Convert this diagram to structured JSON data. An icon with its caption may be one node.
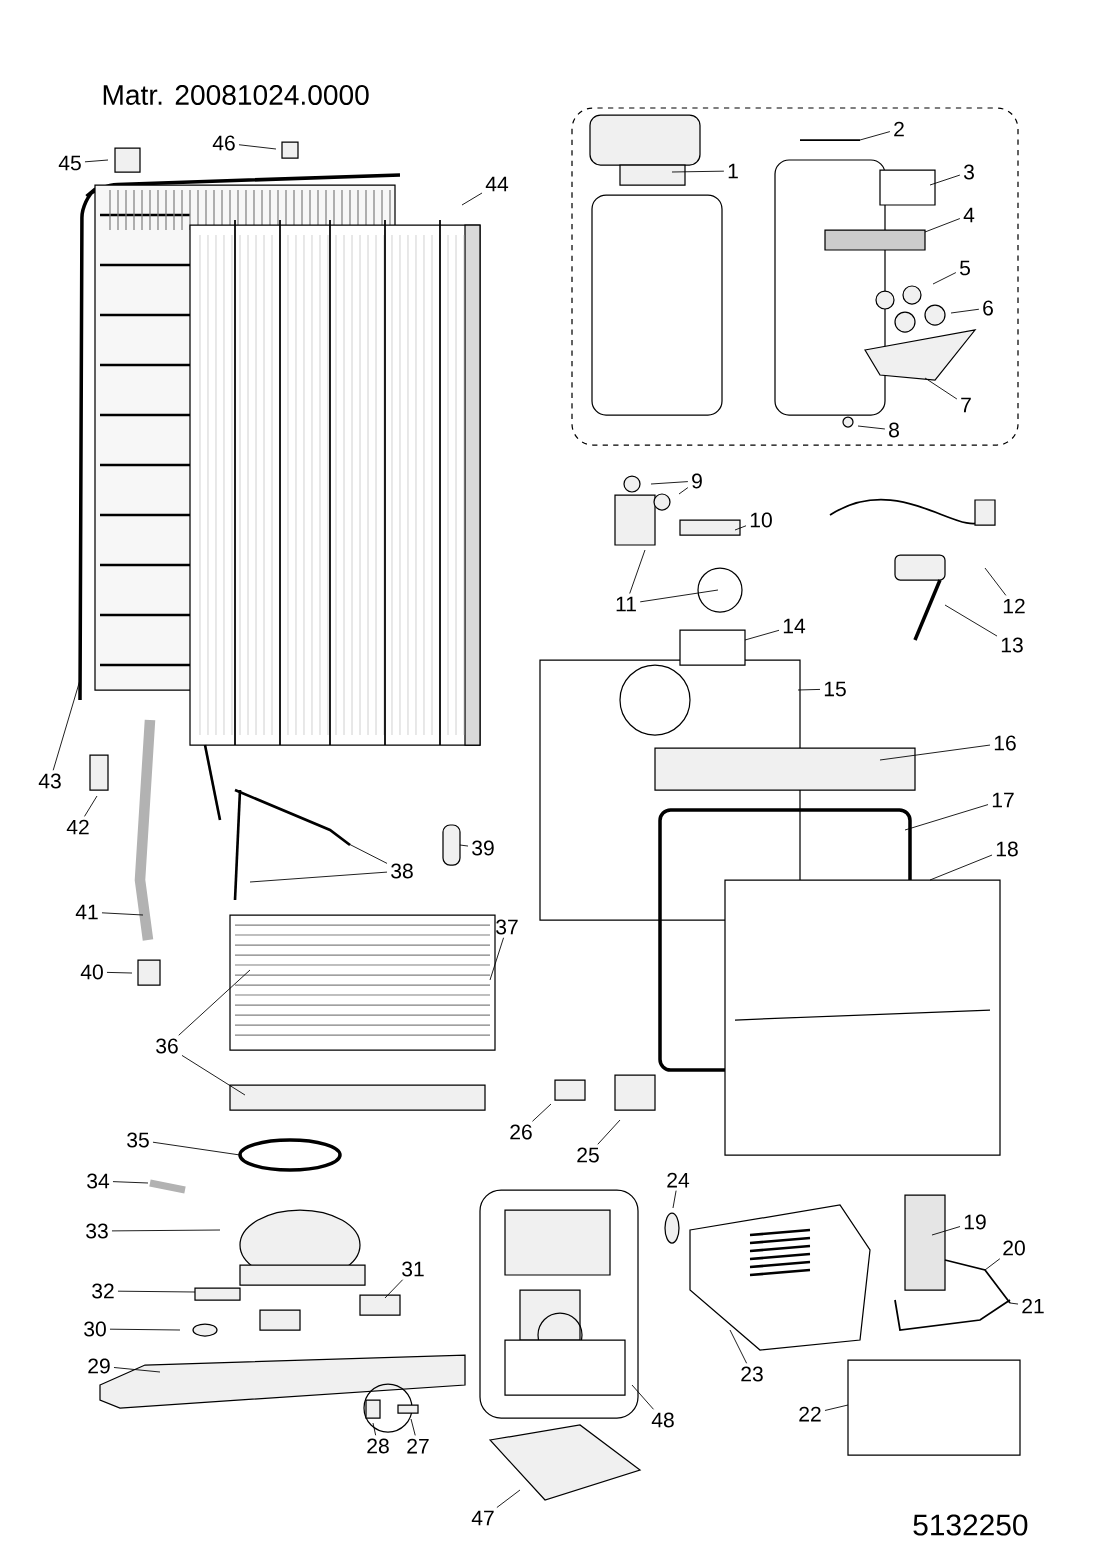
{
  "diagram": {
    "title": "Matr. 20081024.0000",
    "nodes": [
      {
        "text": [
          "2"
        ]
      },
      {
        "text": [
          "46"
        ]
      },
      {
        "text": [
          "45"
        ]
      },
      {
        "text": [
          "1"
        ]
      },
      {
        "text": [
          "3"
        ]
      },
      {
        "text": [
          "44"
        ]
      },
      {
        "text": [
          "4"
        ]
      },
      {
        "text": [
          "5"
        ]
      },
      {
        "text": [
          "6"
        ]
      },
      {
        "text": [
          "7"
        ]
      },
      {
        "text": [
          "8"
        ]
      },
      {
        "text": [
          "9"
        ]
      },
      {
        "text": [
          "10"
        ]
      },
      {
        "text": [
          "11"
        ]
      },
      {
        "text": [
          "12"
        ]
      },
      {
        "text": [
          "14"
        ]
      },
      {
        "text": [
          "13"
        ]
      },
      {
        "text": [
          "15"
        ]
      },
      {
        "text": [
          "16"
        ]
      },
      {
        "text": [
          "43"
        ]
      },
      {
        "text": [
          "17"
        ]
      },
      {
        "text": [
          "42"
        ]
      },
      {
        "text": [
          "39"
        ]
      },
      {
        "text": [
          "18"
        ]
      },
      {
        "text": [
          "38"
        ]
      },
      {
        "text": [
          "41"
        ]
      },
      {
        "text": [
          "37"
        ]
      },
      {
        "text": [
          "40"
        ]
      },
      {
        "text": [
          "36"
        ]
      },
      {
        "text": [
          "26"
        ]
      },
      {
        "text": [
          "35"
        ]
      },
      {
        "text": [
          "25"
        ]
      },
      {
        "text": [
          "34"
        ]
      },
      {
        "text": [
          "24"
        ]
      },
      {
        "text": [
          "19"
        ]
      },
      {
        "text": [
          "33"
        ]
      },
      {
        "text": [
          "20"
        ]
      },
      {
        "text": [
          "31"
        ]
      },
      {
        "text": [
          "32"
        ]
      },
      {
        "text": [
          "21"
        ]
      },
      {
        "text": [
          "30"
        ]
      },
      {
        "text": [
          "29"
        ]
      },
      {
        "text": [
          "23"
        ]
      },
      {
        "text": [
          "22"
        ]
      },
      {
        "text": [
          "48"
        ]
      },
      {
        "text": [
          "28"
        ]
      },
      {
        "text": [
          "27"
        ]
      },
      {
        "text": [
          "47"
        ]
      }
    ],
    "edges": [
      {
        "from": 0,
        "to": null,
        "arrow": "none"
      },
      {
        "from": 1,
        "to": null,
        "arrow": "none"
      },
      {
        "from": 2,
        "to": null,
        "arrow": "none"
      },
      {
        "from": 3,
        "to": null,
        "arrow": "none"
      },
      {
        "from": 4,
        "to": null,
        "arrow": "none"
      },
      {
        "from": 5,
        "to": null,
        "arrow": "none"
      },
      {
        "from": 6,
        "to": null,
        "arrow": "none"
      },
      {
        "from": 7,
        "to": null,
        "arrow": "none"
      },
      {
        "from": 8,
        "to": null,
        "arrow": "none"
      },
      {
        "from": 9,
        "to": null,
        "arrow": "none"
      },
      {
        "from": 10,
        "to": null,
        "arrow": "none"
      },
      {
        "from": 11,
        "to": null,
        "arrow": "none"
      },
      {
        "from": 11,
        "to": null,
        "arrow": "none"
      },
      {
        "from": 12,
        "to": null,
        "arrow": "none"
      },
      {
        "from": 13,
        "to": null,
        "arrow": "none"
      },
      {
        "from": 13,
        "to": null,
        "arrow": "none"
      },
      {
        "from": 14,
        "to": null,
        "arrow": "none"
      },
      {
        "from": 15,
        "to": null,
        "arrow": "none"
      },
      {
        "from": 16,
        "to": null,
        "arrow": "none"
      },
      {
        "from": 17,
        "to": null,
        "arrow": "none"
      },
      {
        "from": 18,
        "to": null,
        "arrow": "none"
      },
      {
        "from": 19,
        "to": null,
        "arrow": "none"
      },
      {
        "from": 20,
        "to": null,
        "arrow": "none"
      },
      {
        "from": 21,
        "to": null,
        "arrow": "none"
      },
      {
        "from": 22,
        "to": null,
        "arrow": "none"
      },
      {
        "from": 23,
        "to": null,
        "arrow": "none"
      },
      {
        "from": 24,
        "to": null,
        "arrow": "none"
      },
      {
        "from": 24,
        "to": null,
        "arrow": "none"
      },
      {
        "from": 25,
        "to": null,
        "arrow": "none"
      },
      {
        "from": 26,
        "to": null,
        "arrow": "none"
      },
      {
        "from": 27,
        "to": null,
        "arrow": "none"
      },
      {
        "from": 28,
        "to": null,
        "arrow": "none"
      },
      {
        "from": 28,
        "to": null,
        "arrow": "none"
      },
      {
        "from": 29,
        "to": null,
        "arrow": "none"
      },
      {
        "from": 30,
        "to": null,
        "arrow": "none"
      },
      {
        "from": 31,
        "to": null,
        "arrow": "none"
      },
      {
        "from": 32,
        "to": null,
        "arrow": "none"
      },
      {
        "from": 33,
        "to": null,
        "arrow": "none"
      },
      {
        "from": 34,
        "to": null,
        "arrow": "none"
      },
      {
        "from": 35,
        "to": null,
        "arrow": "none"
      },
      {
        "from": 36,
        "to": null,
        "arrow": "none"
      },
      {
        "from": 37,
        "to": null,
        "arrow": "none"
      },
      {
        "from": 38,
        "to": null,
        "arrow": "none"
      },
      {
        "from": 39,
        "to": null,
        "arrow": "none"
      },
      {
        "from": 40,
        "to": null,
        "arrow": "none"
      },
      {
        "from": 41,
        "to": null,
        "arrow": "none"
      },
      {
        "from": 42,
        "to": null,
        "arrow": "none"
      },
      {
        "from": 43,
        "to": null,
        "arrow": "none"
      },
      {
        "from": 44,
        "to": null,
        "arrow": "none"
      },
      {
        "from": 45,
        "to": null,
        "arrow": "none"
      },
      {
        "from": 46,
        "to": null,
        "arrow": "none"
      },
      {
        "from": 47,
        "to": null,
        "arrow": "none"
      }
    ],
    "labels": [
      "5132250"
    ]
  }
}
